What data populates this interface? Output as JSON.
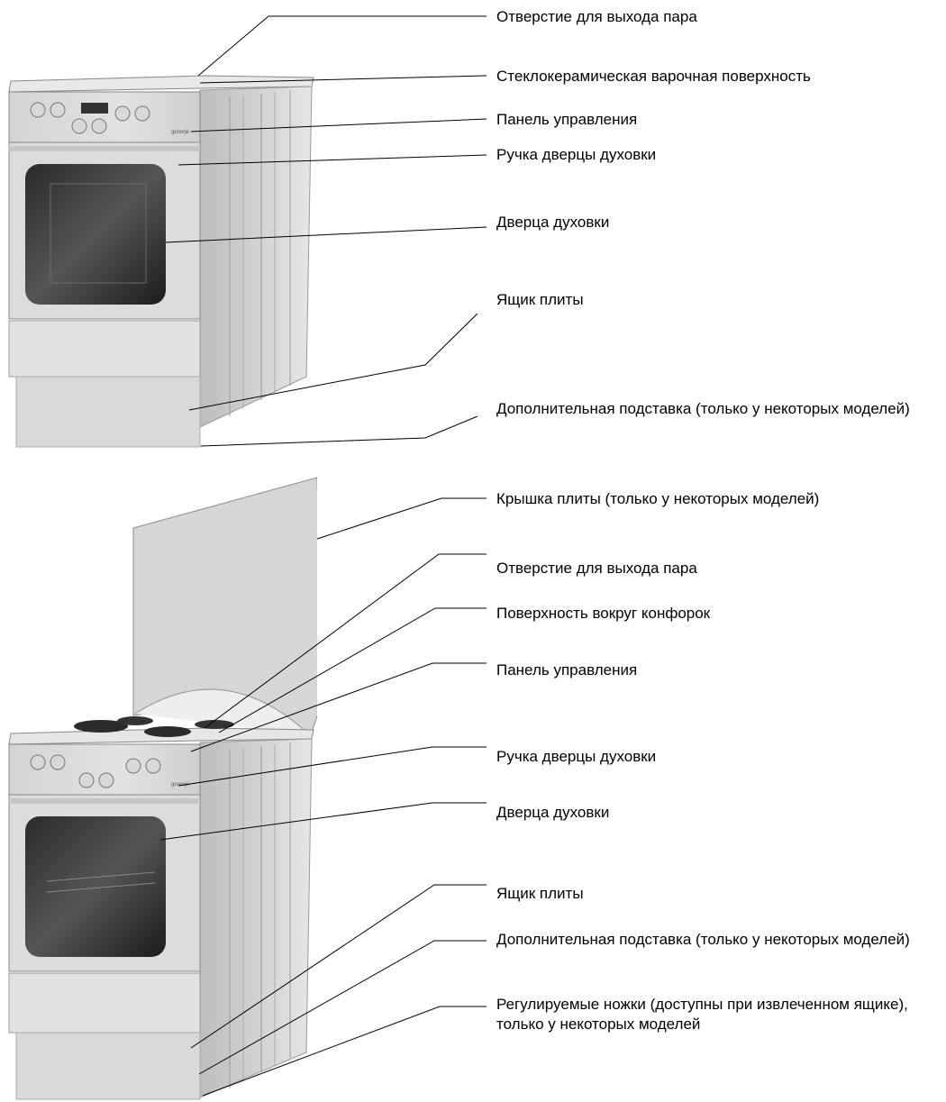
{
  "top_diagram": {
    "labels": [
      "Отверстие для выхода пара",
      "Стеклокерамическая варочная поверхность",
      "Панель управления",
      "Ручка дверцы духовки",
      "Дверца духовки",
      "Ящик плиты",
      "Дополнительная подставка (только у некоторых моделей)"
    ],
    "stove_brand": "gorenje"
  },
  "bottom_diagram": {
    "labels": [
      "Крышка плиты (только у некоторых моделей)",
      "Отверстие для выхода пара",
      "Поверхность вокруг конфорок",
      "Панель управления",
      "Ручка дверцы духовки",
      "Дверца духовки",
      "Ящик плиты",
      "Дополнительная подставка (только у некоторых моделей)",
      "Регулируемые ножки (доступны при извлеченном ящике), только у некоторых моделей"
    ],
    "stove_brand": "gorenje"
  }
}
